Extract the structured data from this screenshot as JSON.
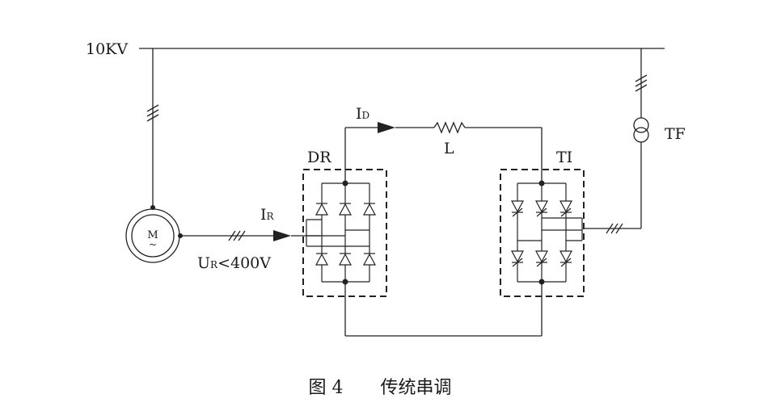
{
  "labels": {
    "bus_voltage": "10KV",
    "motor": "M",
    "motor_sub": "~",
    "rotor_current_main": "I",
    "rotor_current_sub": "R",
    "rotor_voltage_main": "U",
    "rotor_voltage_sub": "R",
    "rotor_voltage_rest": "<400V",
    "dc_current_main": "I",
    "dc_current_sub": "D",
    "rectifier": "DR",
    "inductor": "L",
    "inverter": "TI",
    "transformer": "TF"
  },
  "caption": {
    "figure": "图 4",
    "title": "传统串调"
  }
}
